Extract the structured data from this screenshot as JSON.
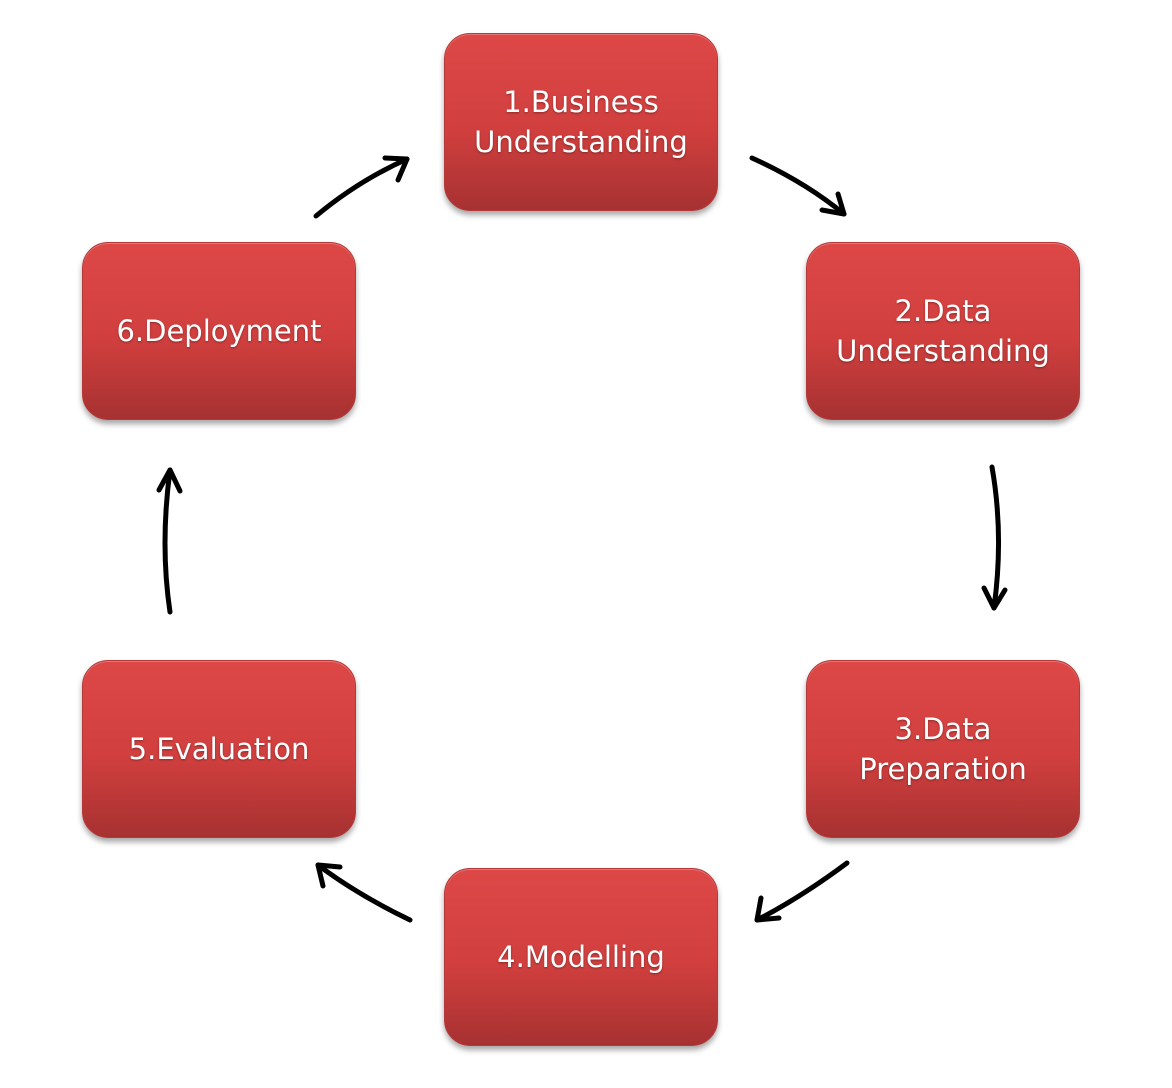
{
  "diagram": {
    "nodes": [
      {
        "id": "n1",
        "label": "1.Business\nUnderstanding"
      },
      {
        "id": "n2",
        "label": "2.Data\nUnderstanding"
      },
      {
        "id": "n3",
        "label": "3.Data\nPreparation"
      },
      {
        "id": "n4",
        "label": "4.Modelling"
      },
      {
        "id": "n5",
        "label": "5.Evaluation"
      },
      {
        "id": "n6",
        "label": "6.Deployment"
      }
    ],
    "edges": [
      {
        "from": "n1",
        "to": "n2"
      },
      {
        "from": "n2",
        "to": "n3"
      },
      {
        "from": "n3",
        "to": "n4"
      },
      {
        "from": "n4",
        "to": "n5"
      },
      {
        "from": "n5",
        "to": "n6"
      },
      {
        "from": "n6",
        "to": "n1"
      }
    ],
    "colors": {
      "node_fill": "#d64140",
      "node_text": "#ffffff",
      "arrow": "#000000"
    }
  }
}
